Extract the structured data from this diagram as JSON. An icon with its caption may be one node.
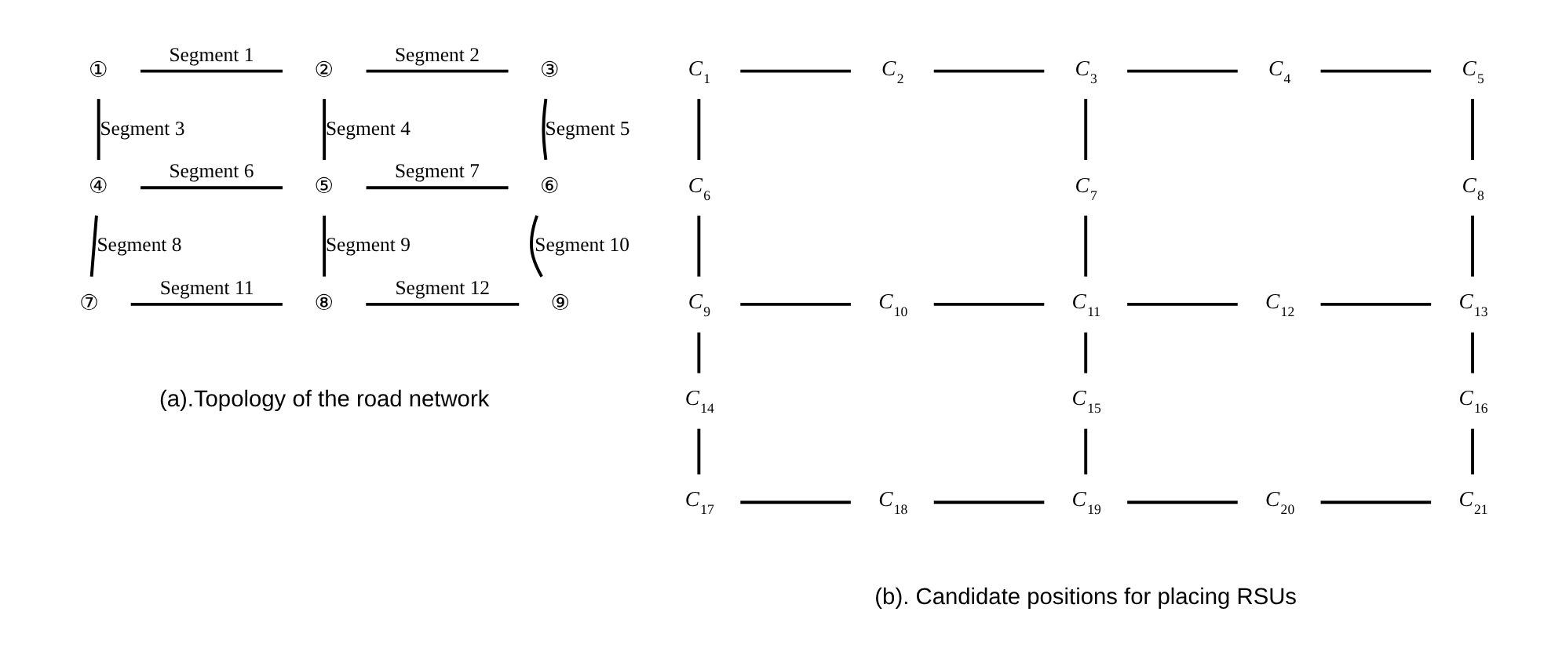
{
  "diagram": {
    "nodes": [
      {
        "text": [
          "①"
        ]
      },
      {
        "text": [
          "②"
        ]
      },
      {
        "text": [
          "③"
        ]
      },
      {
        "text": [
          "④"
        ]
      },
      {
        "text": [
          "⑤"
        ]
      },
      {
        "text": [
          "⑥"
        ]
      },
      {
        "text": [
          "⑦"
        ]
      },
      {
        "text": [
          "⑧"
        ]
      },
      {
        "text": [
          "⑨"
        ]
      },
      {
        "text": [
          "C$_{1}$"
        ]
      },
      {
        "text": [
          "C$_{2}$"
        ]
      },
      {
        "text": [
          "C$_{3}$"
        ]
      },
      {
        "text": [
          "C$_{4}$"
        ]
      },
      {
        "text": [
          "C$_{5}$"
        ]
      },
      {
        "text": [
          "C$_{6}$"
        ]
      },
      {
        "text": [
          "C$_{7}$"
        ]
      },
      {
        "text": [
          "C$_{8}$"
        ]
      },
      {
        "text": [
          "C$_{9}$"
        ]
      },
      {
        "text": [
          "C$_{10}$"
        ]
      },
      {
        "text": [
          "C$_{11}$"
        ]
      },
      {
        "text": [
          "C$_{12}$"
        ]
      },
      {
        "text": [
          "C$_{13}$"
        ]
      },
      {
        "text": [
          "C$_{14}$"
        ]
      },
      {
        "text": [
          "C$_{15}$"
        ]
      },
      {
        "text": [
          "C$_{16}$"
        ]
      },
      {
        "text": [
          "C$_{17}$"
        ]
      },
      {
        "text": [
          "C$_{18}$"
        ]
      },
      {
        "text": [
          "C$_{19}$"
        ]
      },
      {
        "text": [
          "C$_{20}$"
        ]
      },
      {
        "text": [
          "C$_{21}$"
        ]
      }
    ],
    "edges": [
      {
        "from": 0,
        "to": 1,
        "arrow": "none",
        "label": "Segment 1"
      },
      {
        "from": 1,
        "to": 2,
        "arrow": "none",
        "label": "Segment 2"
      },
      {
        "from": 0,
        "to": 3,
        "arrow": "none",
        "label": "Segment 3"
      },
      {
        "from": 1,
        "to": 4,
        "arrow": "none",
        "label": "Segment 4"
      },
      {
        "from": 2,
        "to": 5,
        "arrow": "none",
        "label": "Segment 5"
      },
      {
        "from": 3,
        "to": 4,
        "arrow": "none",
        "label": "Segment 6"
      },
      {
        "from": 4,
        "to": 5,
        "arrow": "none",
        "label": "Segment 7"
      },
      {
        "from": 3,
        "to": 6,
        "arrow": "none",
        "label": "Segment 8"
      },
      {
        "from": 4,
        "to": 7,
        "arrow": "none",
        "label": "Segment 9"
      },
      {
        "from": 5,
        "to": 8,
        "arrow": "none",
        "label": "Segment 10"
      },
      {
        "from": 6,
        "to": 7,
        "arrow": "none",
        "label": "Segment 11"
      },
      {
        "from": 7,
        "to": 8,
        "arrow": "none",
        "label": "Segment 12"
      },
      {
        "from": 9,
        "to": 10,
        "arrow": "none"
      },
      {
        "from": 10,
        "to": 11,
        "arrow": "none"
      },
      {
        "from": 11,
        "to": 12,
        "arrow": "none"
      },
      {
        "from": 12,
        "to": 13,
        "arrow": "none"
      },
      {
        "from": 9,
        "to": 14,
        "arrow": "none"
      },
      {
        "from": 14,
        "to": 17,
        "arrow": "none"
      },
      {
        "from": 11,
        "to": 15,
        "arrow": "none"
      },
      {
        "from": 15,
        "to": 19,
        "arrow": "none"
      },
      {
        "from": 13,
        "to": 16,
        "arrow": "none"
      },
      {
        "from": 16,
        "to": 21,
        "arrow": "none"
      },
      {
        "from": 17,
        "to": 18,
        "arrow": "none"
      },
      {
        "from": 18,
        "to": 19,
        "arrow": "none"
      },
      {
        "from": 19,
        "to": 20,
        "arrow": "none"
      },
      {
        "from": 20,
        "to": 21,
        "arrow": "none"
      },
      {
        "from": 17,
        "to": 22,
        "arrow": "none"
      },
      {
        "from": 22,
        "to": 25,
        "arrow": "none"
      },
      {
        "from": 19,
        "to": 23,
        "arrow": "none"
      },
      {
        "from": 23,
        "to": 27,
        "arrow": "none"
      },
      {
        "from": 21,
        "to": 24,
        "arrow": "none"
      },
      {
        "from": 24,
        "to": 29,
        "arrow": "none"
      },
      {
        "from": 25,
        "to": 26,
        "arrow": "none"
      },
      {
        "from": 26,
        "to": 27,
        "arrow": "none"
      },
      {
        "from": 27,
        "to": 28,
        "arrow": "none"
      },
      {
        "from": 28,
        "to": 29,
        "arrow": "none"
      }
    ],
    "labels": [
      "(a).Topology of the road network",
      "(b). Candidate positions for placing RSUs"
    ]
  }
}
